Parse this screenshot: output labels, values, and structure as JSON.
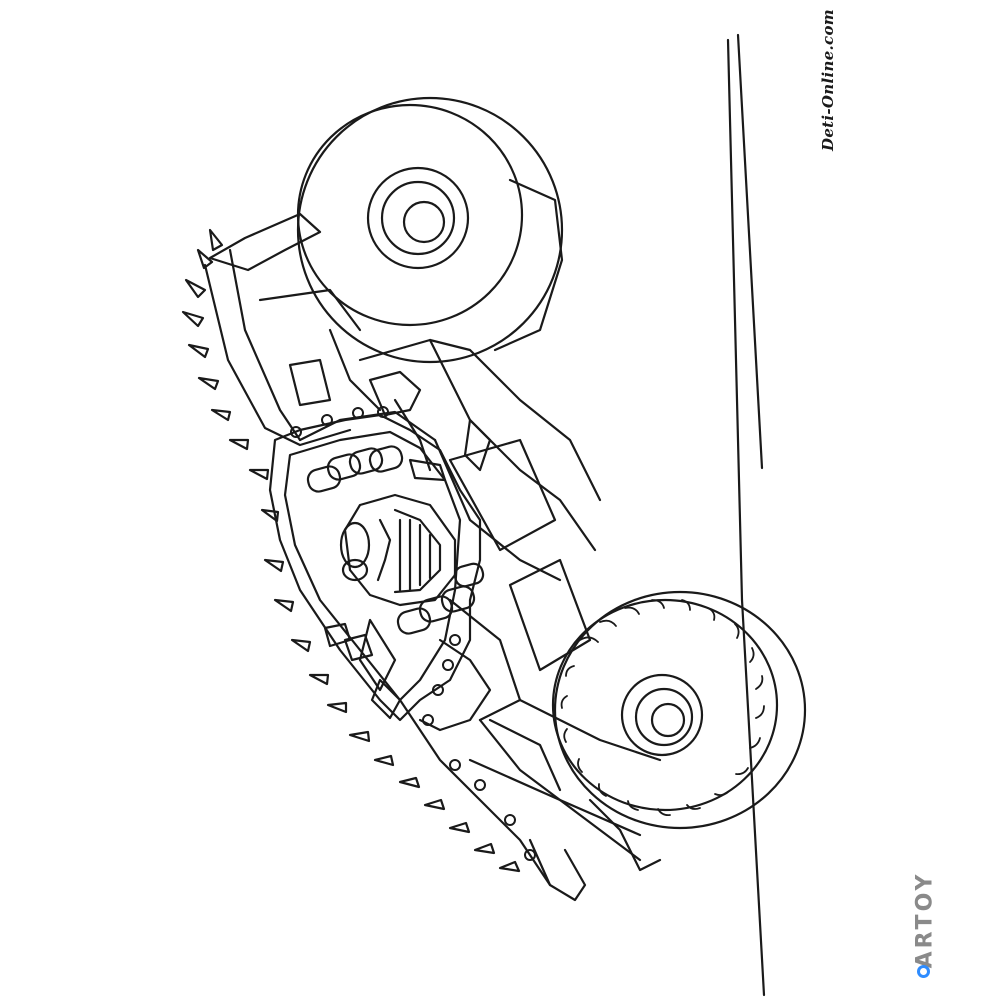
{
  "image": {
    "subject": "monster-truck-coloring-page",
    "background_color": "#ffffff",
    "line_color": "#1a1a1a"
  },
  "watermark": {
    "text": "Deti-Online.com"
  },
  "brand": {
    "text": "ARTOY",
    "accent_color": "#2e8cff"
  }
}
